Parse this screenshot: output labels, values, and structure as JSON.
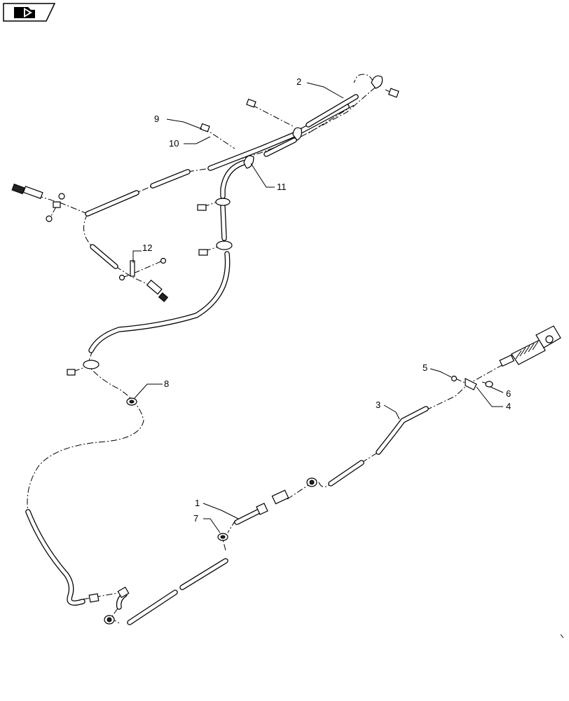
{
  "header": {
    "icon": "parts-catalog-icon"
  },
  "callouts": [
    {
      "id": "c1",
      "label": "1"
    },
    {
      "id": "c2",
      "label": "2"
    },
    {
      "id": "c3",
      "label": "3"
    },
    {
      "id": "c4",
      "label": "4"
    },
    {
      "id": "c5",
      "label": "5"
    },
    {
      "id": "c6",
      "label": "6"
    },
    {
      "id": "c7",
      "label": "7"
    },
    {
      "id": "c8",
      "label": "8"
    },
    {
      "id": "c9",
      "label": "9"
    },
    {
      "id": "c10",
      "label": "10"
    },
    {
      "id": "c11",
      "label": "11"
    },
    {
      "id": "c12",
      "label": "12"
    }
  ]
}
